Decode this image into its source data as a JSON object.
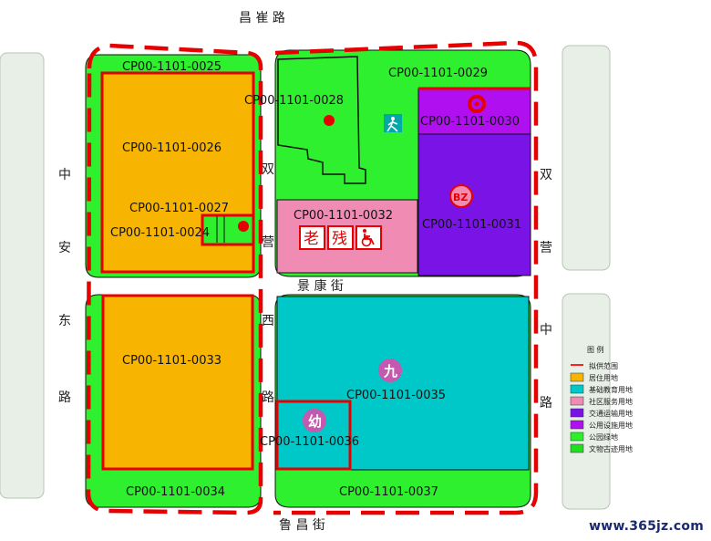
{
  "streets": {
    "top": "昌 崔 路",
    "bottom": "鲁 昌 街",
    "middle_horizontal": "景 康 街",
    "left_vertical": [
      "中",
      "安",
      "东",
      "路"
    ],
    "middle_vertical_upper": [
      "双",
      "营"
    ],
    "middle_vertical_lower": [
      "西",
      "路"
    ],
    "right_vertical_upper": [
      "双",
      "营"
    ],
    "right_vertical_lower": [
      "中",
      "路"
    ]
  },
  "parcels": {
    "p0025": "CP00-1101-0025",
    "p0026": "CP00-1101-0026",
    "p0027": "CP00-1101-0027",
    "p0024": "CP00-1101-0024",
    "p0028": "CP00-1101-0028",
    "p0029": "CP00-1101-0029",
    "p0030": "CP00-1101-0030",
    "p0031": "CP00-1101-0031",
    "p0032": "CP00-1101-0032",
    "p0033": "CP00-1101-0033",
    "p0034": "CP00-1101-0034",
    "p0035": "CP00-1101-0035",
    "p0036": "CP00-1101-0036",
    "p0037": "CP00-1101-0037"
  },
  "symbols": {
    "elderly": "老",
    "disabled": "残",
    "bus": "BZ",
    "nine_year_school": "九",
    "kindergarten": "幼"
  },
  "legend": {
    "title": "图 例",
    "items": [
      {
        "label": "拟供范围",
        "color": "#ff2020"
      },
      {
        "label": "居住用地",
        "color": "#f7b400"
      },
      {
        "label": "基础教育用地",
        "color": "#00c8c8"
      },
      {
        "label": "社区服务用地",
        "color": "#f08cb4"
      },
      {
        "label": "交通运输用地",
        "color": "#7a14e6"
      },
      {
        "label": "公用设施用地",
        "color": "#b010f0"
      },
      {
        "label": "公园绿地",
        "color": "#2cf02c"
      },
      {
        "label": "文物古迹用地",
        "color": "#22dd22"
      }
    ]
  },
  "watermark": "www.365jz.com",
  "colors": {
    "green": "#2ef02e",
    "residential": "#f7b400",
    "education": "#00c8c8",
    "community": "#f08cb4",
    "transport": "#7a14e6",
    "utility": "#b010f0",
    "boundary": "#e60000",
    "side_block": "#e8efe6"
  }
}
